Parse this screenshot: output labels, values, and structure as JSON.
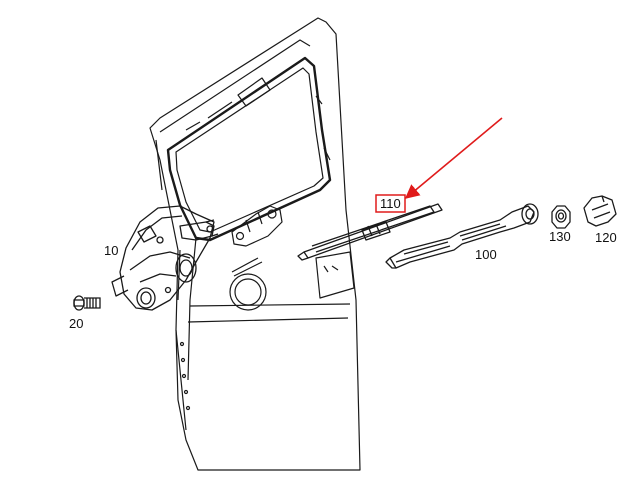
{
  "diagram": {
    "callouts": {
      "motor": "10",
      "bolt": "20",
      "wiper_arm": "100",
      "wiper_blade": "110",
      "nut": "130",
      "cap": "120"
    },
    "parts": [
      {
        "name": "rear-door-panel-icon",
        "label": null
      },
      {
        "name": "wiper-motor-icon",
        "label": "10"
      },
      {
        "name": "bolt-icon",
        "label": "20"
      },
      {
        "name": "wiper-arm-icon",
        "label": "100"
      },
      {
        "name": "wiper-blade-icon",
        "label": "110"
      },
      {
        "name": "nut-icon",
        "label": "130"
      },
      {
        "name": "cover-cap-icon",
        "label": "120"
      }
    ],
    "highlight": {
      "target": "110",
      "color": "#e01b1b"
    },
    "line_color": "#1a1a1a"
  }
}
